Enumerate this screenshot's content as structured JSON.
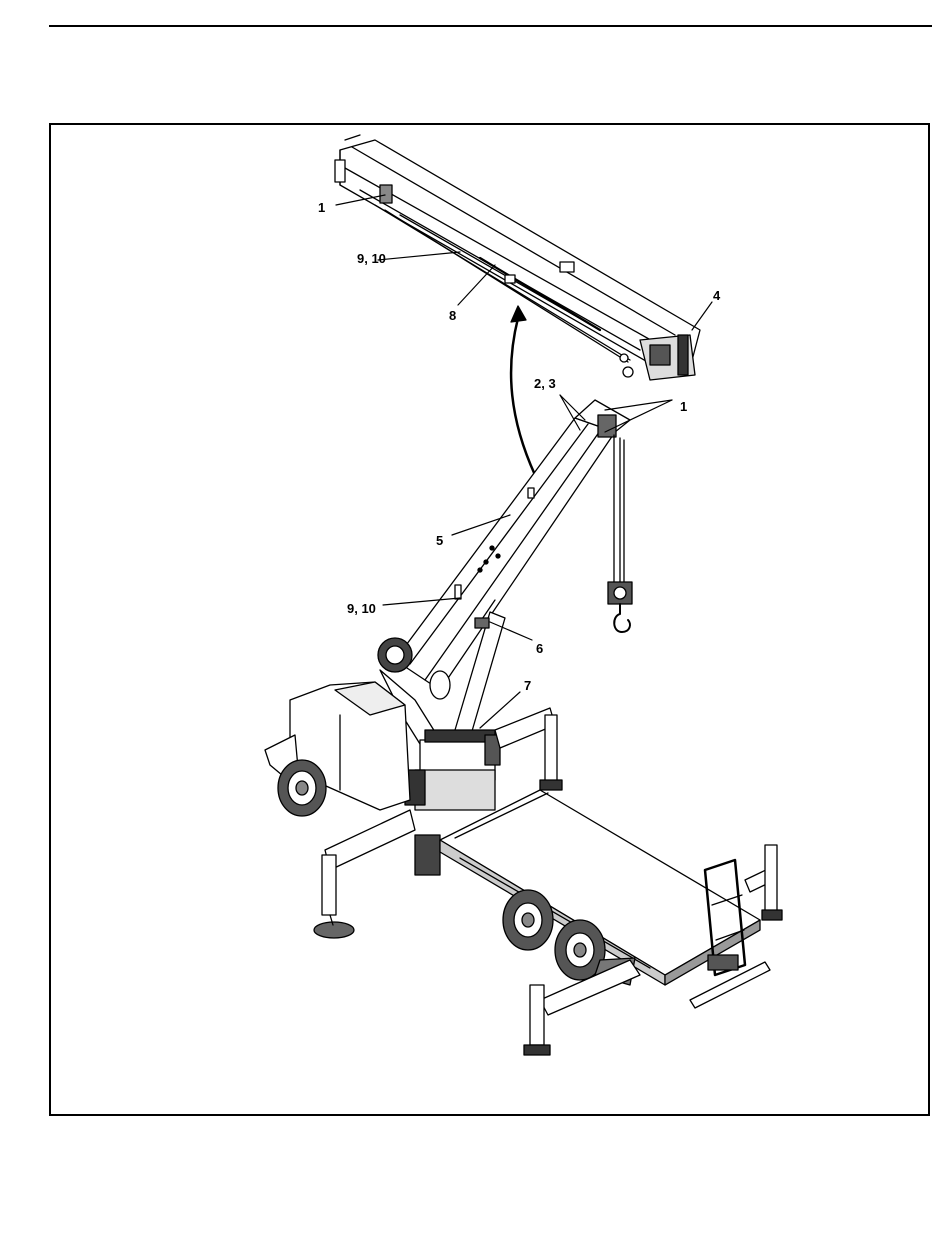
{
  "figure": {
    "callouts": {
      "c1_top": "1",
      "c9_10_top": "9, 10",
      "c8": "8",
      "c4": "4",
      "c2_3": "2, 3",
      "c1_right": "1",
      "c5": "5",
      "c9_10_mid": "9, 10",
      "c6": "6",
      "c7": "7"
    }
  }
}
